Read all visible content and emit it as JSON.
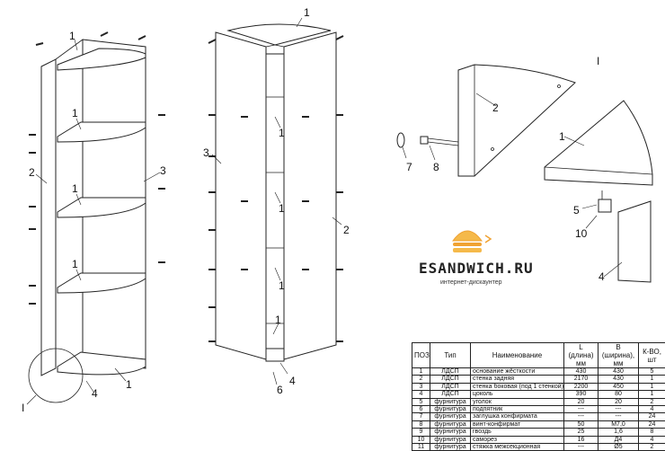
{
  "labels": {
    "l1_shelf_top": "1",
    "l1_shelf_2": "1",
    "l1_shelf_3": "1",
    "l1_shelf_4": "1",
    "l1_shelf_bottom": "1",
    "l2_left": "2",
    "l3_left": "3",
    "l4_left": "4",
    "circle_ref": "I",
    "l1_center_top": "1",
    "l3_center": "3",
    "l2_center": "2",
    "l1_center_mid1": "1",
    "l1_center_mid2": "1",
    "l1_center_mid3": "1",
    "l1_center_bottom": "1",
    "l4_center": "4",
    "l6_center": "6",
    "detail_title": "I",
    "d2": "2",
    "d1": "1",
    "d7": "7",
    "d8": "8",
    "d5": "5",
    "d10": "10",
    "d4": "4"
  },
  "logo": {
    "name": "ESANDWICH.RU",
    "tagline": "интернет-дискаунтер",
    "colors": {
      "burger": "#f0a232",
      "bun": "#f5b94a",
      "text": "#222222"
    }
  },
  "spec_table": {
    "headers": [
      "ПОЗ",
      "Тип",
      "Наименование",
      "L (длина) мм",
      "B (ширина), мм",
      "К-ВО, шт"
    ],
    "rows": [
      [
        "1",
        "ЛДСП",
        "основание жёсткости",
        "430",
        "430",
        "5"
      ],
      [
        "2",
        "ЛДСП",
        "стенка задняя",
        "2170",
        "430",
        "1"
      ],
      [
        "3",
        "ЛДСП",
        "стенка боковая (под 1 стенкой)",
        "2200",
        "450",
        "1"
      ],
      [
        "4",
        "ЛДСП",
        "цоколь",
        "390",
        "80",
        "1"
      ],
      [
        "5",
        "фурнитура",
        "уголок",
        "20",
        "20",
        "2"
      ],
      [
        "6",
        "фурнитура",
        "подпятник",
        "---",
        "---",
        "4"
      ],
      [
        "7",
        "фурнитура",
        "заглушка конфирмата",
        "---",
        "---",
        "24"
      ],
      [
        "8",
        "фурнитура",
        "винт-конфирмат",
        "50",
        "М7,0",
        "24"
      ],
      [
        "9",
        "фурнитура",
        "гвоздь",
        "25",
        "1,6",
        "8"
      ],
      [
        "10",
        "фурнитура",
        "саморез",
        "16",
        "Д4",
        "4"
      ],
      [
        "11",
        "фурнитура",
        "стяжка межсекционная",
        "---",
        "Ø5",
        "2"
      ]
    ]
  }
}
